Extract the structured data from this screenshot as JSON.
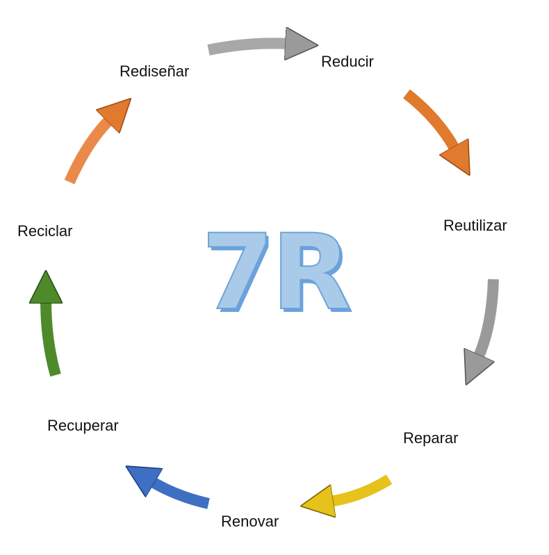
{
  "title": "7R",
  "steps": [
    {
      "label": "Reducir",
      "arrow_color": "#e07a2e"
    },
    {
      "label": "Reutilizar",
      "arrow_color": "#9a9a9a"
    },
    {
      "label": "Reparar",
      "arrow_color": "#e6c21a"
    },
    {
      "label": "Renovar",
      "arrow_color": "#3f6fc2"
    },
    {
      "label": "Recuperar",
      "arrow_color": "#4f8a2a"
    },
    {
      "label": "Reciclar",
      "arrow_color": "#e98a4a"
    },
    {
      "label": "Rediseñar",
      "arrow_color": "#a8a8a8"
    }
  ]
}
